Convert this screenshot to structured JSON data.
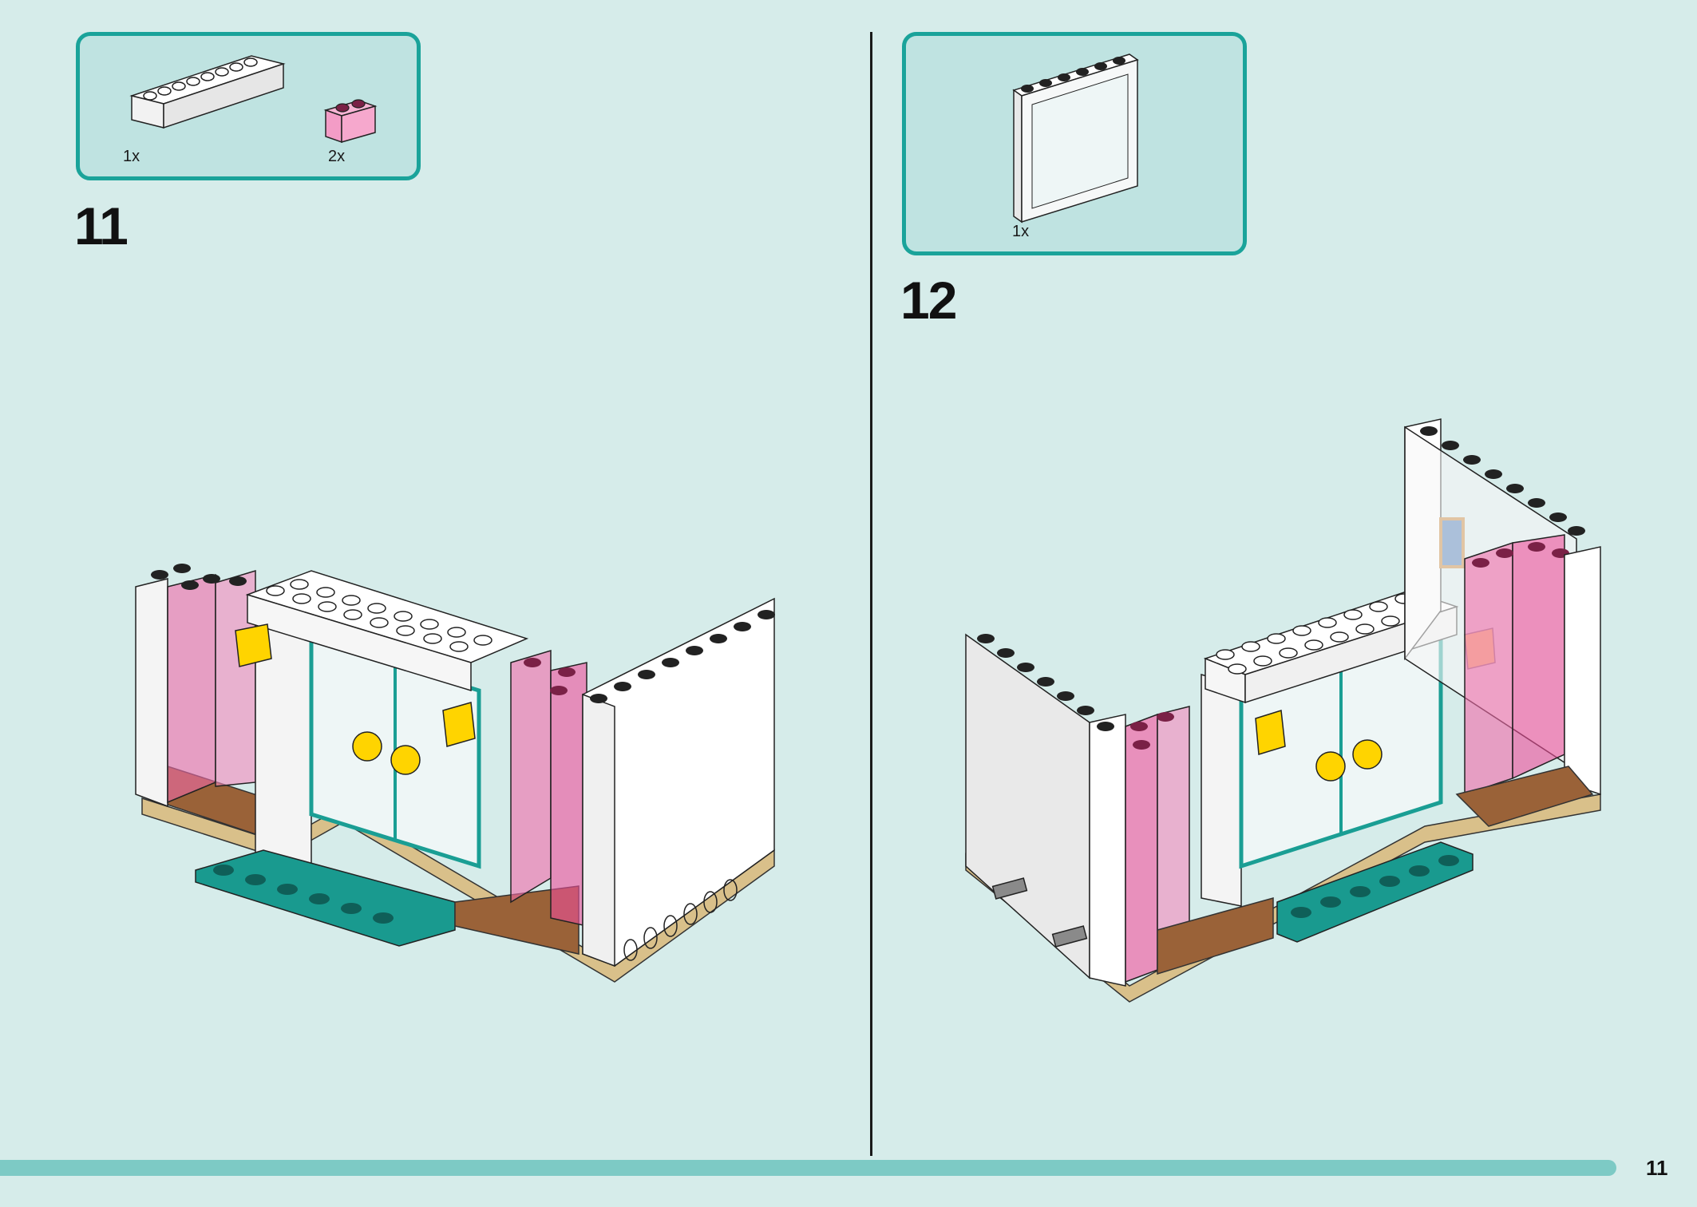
{
  "steps": [
    {
      "number": "11",
      "parts": [
        {
          "qty": "1x",
          "part": "white 1x8 brick"
        },
        {
          "qty": "2x",
          "part": "transparent pink 1x2 brick"
        }
      ]
    },
    {
      "number": "12",
      "parts": [
        {
          "qty": "1x",
          "part": "white 1x6x5 panel"
        }
      ]
    }
  ],
  "page": {
    "number": "11"
  },
  "colors": {
    "background": "#d6ecea",
    "parts_box_border": "#1aa39a",
    "parts_box_fill": "#bfe3e1",
    "trans_pink": "#f06aa8",
    "teal": "#199a8f",
    "brown": "#9a6238",
    "tan": "#d9c08a",
    "yellow": "#ffd400",
    "page_bar": "#7dcac5"
  }
}
